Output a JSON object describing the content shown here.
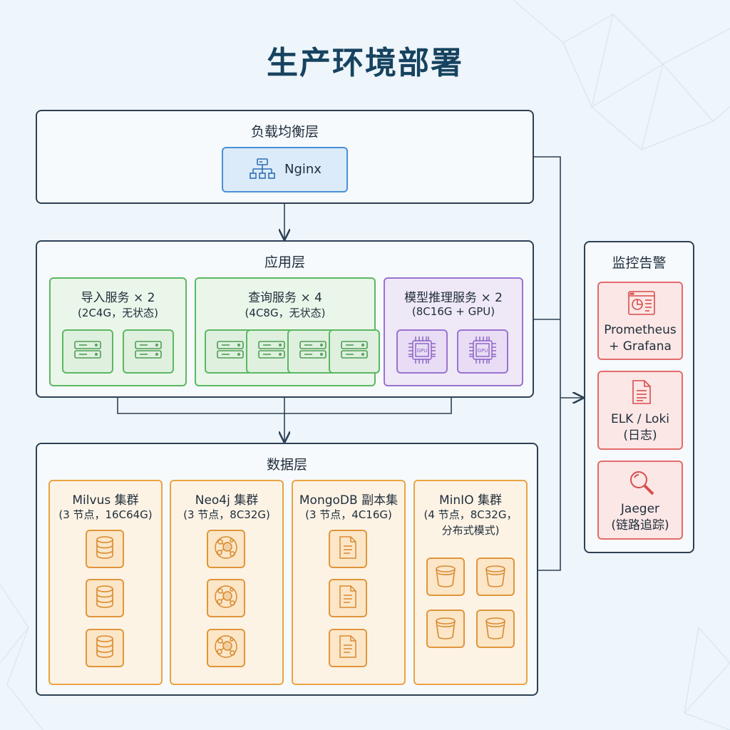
{
  "title": "生产环境部署",
  "lb_layer": {
    "title": "负载均衡层",
    "nginx": {
      "label": "Nginx",
      "icon": "network-topology-icon"
    }
  },
  "app_layer": {
    "title": "应用层",
    "groups": [
      {
        "name": "导入服务 × 2",
        "spec": "(2C4G，无状态)",
        "icon": "server-icon",
        "count": 2
      },
      {
        "name": "查询服务 × 4",
        "spec": "(4C8G，无状态)",
        "icon": "server-icon",
        "count": 4
      },
      {
        "name": "模型推理服务 × 2",
        "spec": "(8C16G + GPU)",
        "icon": "gpu-chip-icon",
        "chip_label": "GPU",
        "count": 2
      }
    ]
  },
  "data_layer": {
    "title": "数据层",
    "clusters": [
      {
        "name": "Milvus 集群",
        "spec": "(3 节点，16C64G)",
        "icon": "database-icon",
        "count": 3
      },
      {
        "name": "Neo4j 集群",
        "spec": "(3 节点，8C32G)",
        "icon": "graph-nodes-icon",
        "count": 3
      },
      {
        "name": "MongoDB 副本集",
        "spec": "(3 节点，4C16G)",
        "icon": "document-icon",
        "count": 3
      },
      {
        "name": "MinIO 集群",
        "spec": "(4 节点，8C32G，",
        "extra": "分布式模式)",
        "icon": "bucket-icon",
        "count": 4
      }
    ]
  },
  "monitoring": {
    "title": "监控告警",
    "items": [
      {
        "line1": "Prometheus",
        "line2": "+ Grafana",
        "icon": "dashboard-chart-icon"
      },
      {
        "line1": "ELK / Loki",
        "line2": "(日志)",
        "icon": "log-file-icon"
      },
      {
        "line1": "Jaeger",
        "line2": "(链路追踪)",
        "icon": "magnifier-icon"
      }
    ]
  },
  "colors": {
    "panel_border": "#2d4154",
    "title": "#16435f",
    "app_green": "#5cb862",
    "app_purple": "#9b73cf",
    "data_orange": "#eba343",
    "monitor_red": "#e36c6b",
    "nginx_blue": "#4b8fd6"
  }
}
